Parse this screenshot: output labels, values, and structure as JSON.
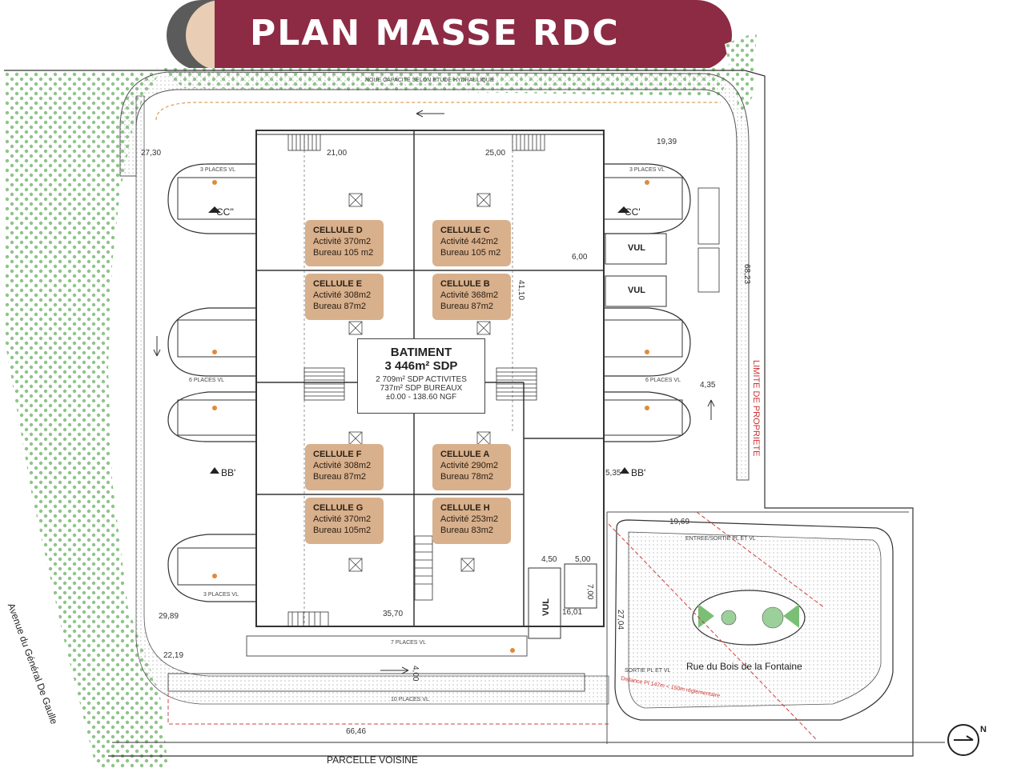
{
  "title": "PLAN MASSE RDC",
  "building": {
    "label": "BATIMENT",
    "sdp": "3 446m² SDP",
    "activites": "2 709m² SDP ACTIVITES",
    "bureaux": "737m² SDP BUREAUX",
    "level": "±0.00 - 138.60 NGF"
  },
  "cells": [
    {
      "name": "CELLULE D",
      "activite": "Activité 370m2",
      "bureau": "Bureau 105 m2"
    },
    {
      "name": "CELLULE C",
      "activite": "Activité 442m2",
      "bureau": "Bureau 105 m2"
    },
    {
      "name": "CELLULE E",
      "activite": "Activité 308m2",
      "bureau": "Bureau 87m2"
    },
    {
      "name": "CELLULE B",
      "activite": "Activité 368m2",
      "bureau": "Bureau 87m2"
    },
    {
      "name": "CELLULE F",
      "activite": "Activité 308m2",
      "bureau": "Bureau 87m2"
    },
    {
      "name": "CELLULE A",
      "activite": "Activité 290m2",
      "bureau": "Bureau 78m2"
    },
    {
      "name": "CELLULE G",
      "activite": "Activité 370m2",
      "bureau": "Bureau 105m2"
    },
    {
      "name": "CELLULE H",
      "activite": "Activité 253m2",
      "bureau": "Bureau 83m2"
    }
  ],
  "labels": {
    "places_3_top_left": "3 PLACES VL",
    "places_3_top_right": "3 PLACES VL",
    "places_6_left": "6 PLACES VL",
    "places_6_right": "6 PLACES VL",
    "places_3_bottom": "3 PLACES VL",
    "places_7": "7 PLACES VL",
    "places_10": "10 PLACES VL",
    "cc_left": "CC''",
    "cc_right": "CC'",
    "bb_left": "BB'",
    "bb_right": "BB'",
    "vul_1": "VUL",
    "vul_2": "VUL",
    "vul_3": "VUL",
    "street": "Rue du Bois de la Fontaine",
    "avenue": "Avenue du Général De Gaulle",
    "parcelle": "PARCELLE VOISINE",
    "limite": "LIMITE DE PROPRIETE",
    "entree": "ENTREE/SORTIE PL ET VL",
    "sortie": "SORTIE PL ET VL",
    "distance": "Distance PI 147m < 150m réglementaire",
    "bassin": "NOUE CAPACITE SELON ETUDE HYDRAULIQUE",
    "compass_n": "N"
  },
  "dimensions": {
    "d1": "27,30",
    "d2": "21,00",
    "d3": "25,00",
    "d4": "19,39",
    "d5": "6,00",
    "d6": "41,10",
    "d7": "68,23",
    "d8": "4,35",
    "d9": "5,35",
    "d10": "19,69",
    "d11": "4,50",
    "d12": "5,00",
    "d13": "7,00",
    "d14": "35,70",
    "d15": "16,01",
    "d16": "27,04",
    "d17": "22,19",
    "d18": "4,00",
    "d19": "66,46",
    "d20": "29,89"
  }
}
